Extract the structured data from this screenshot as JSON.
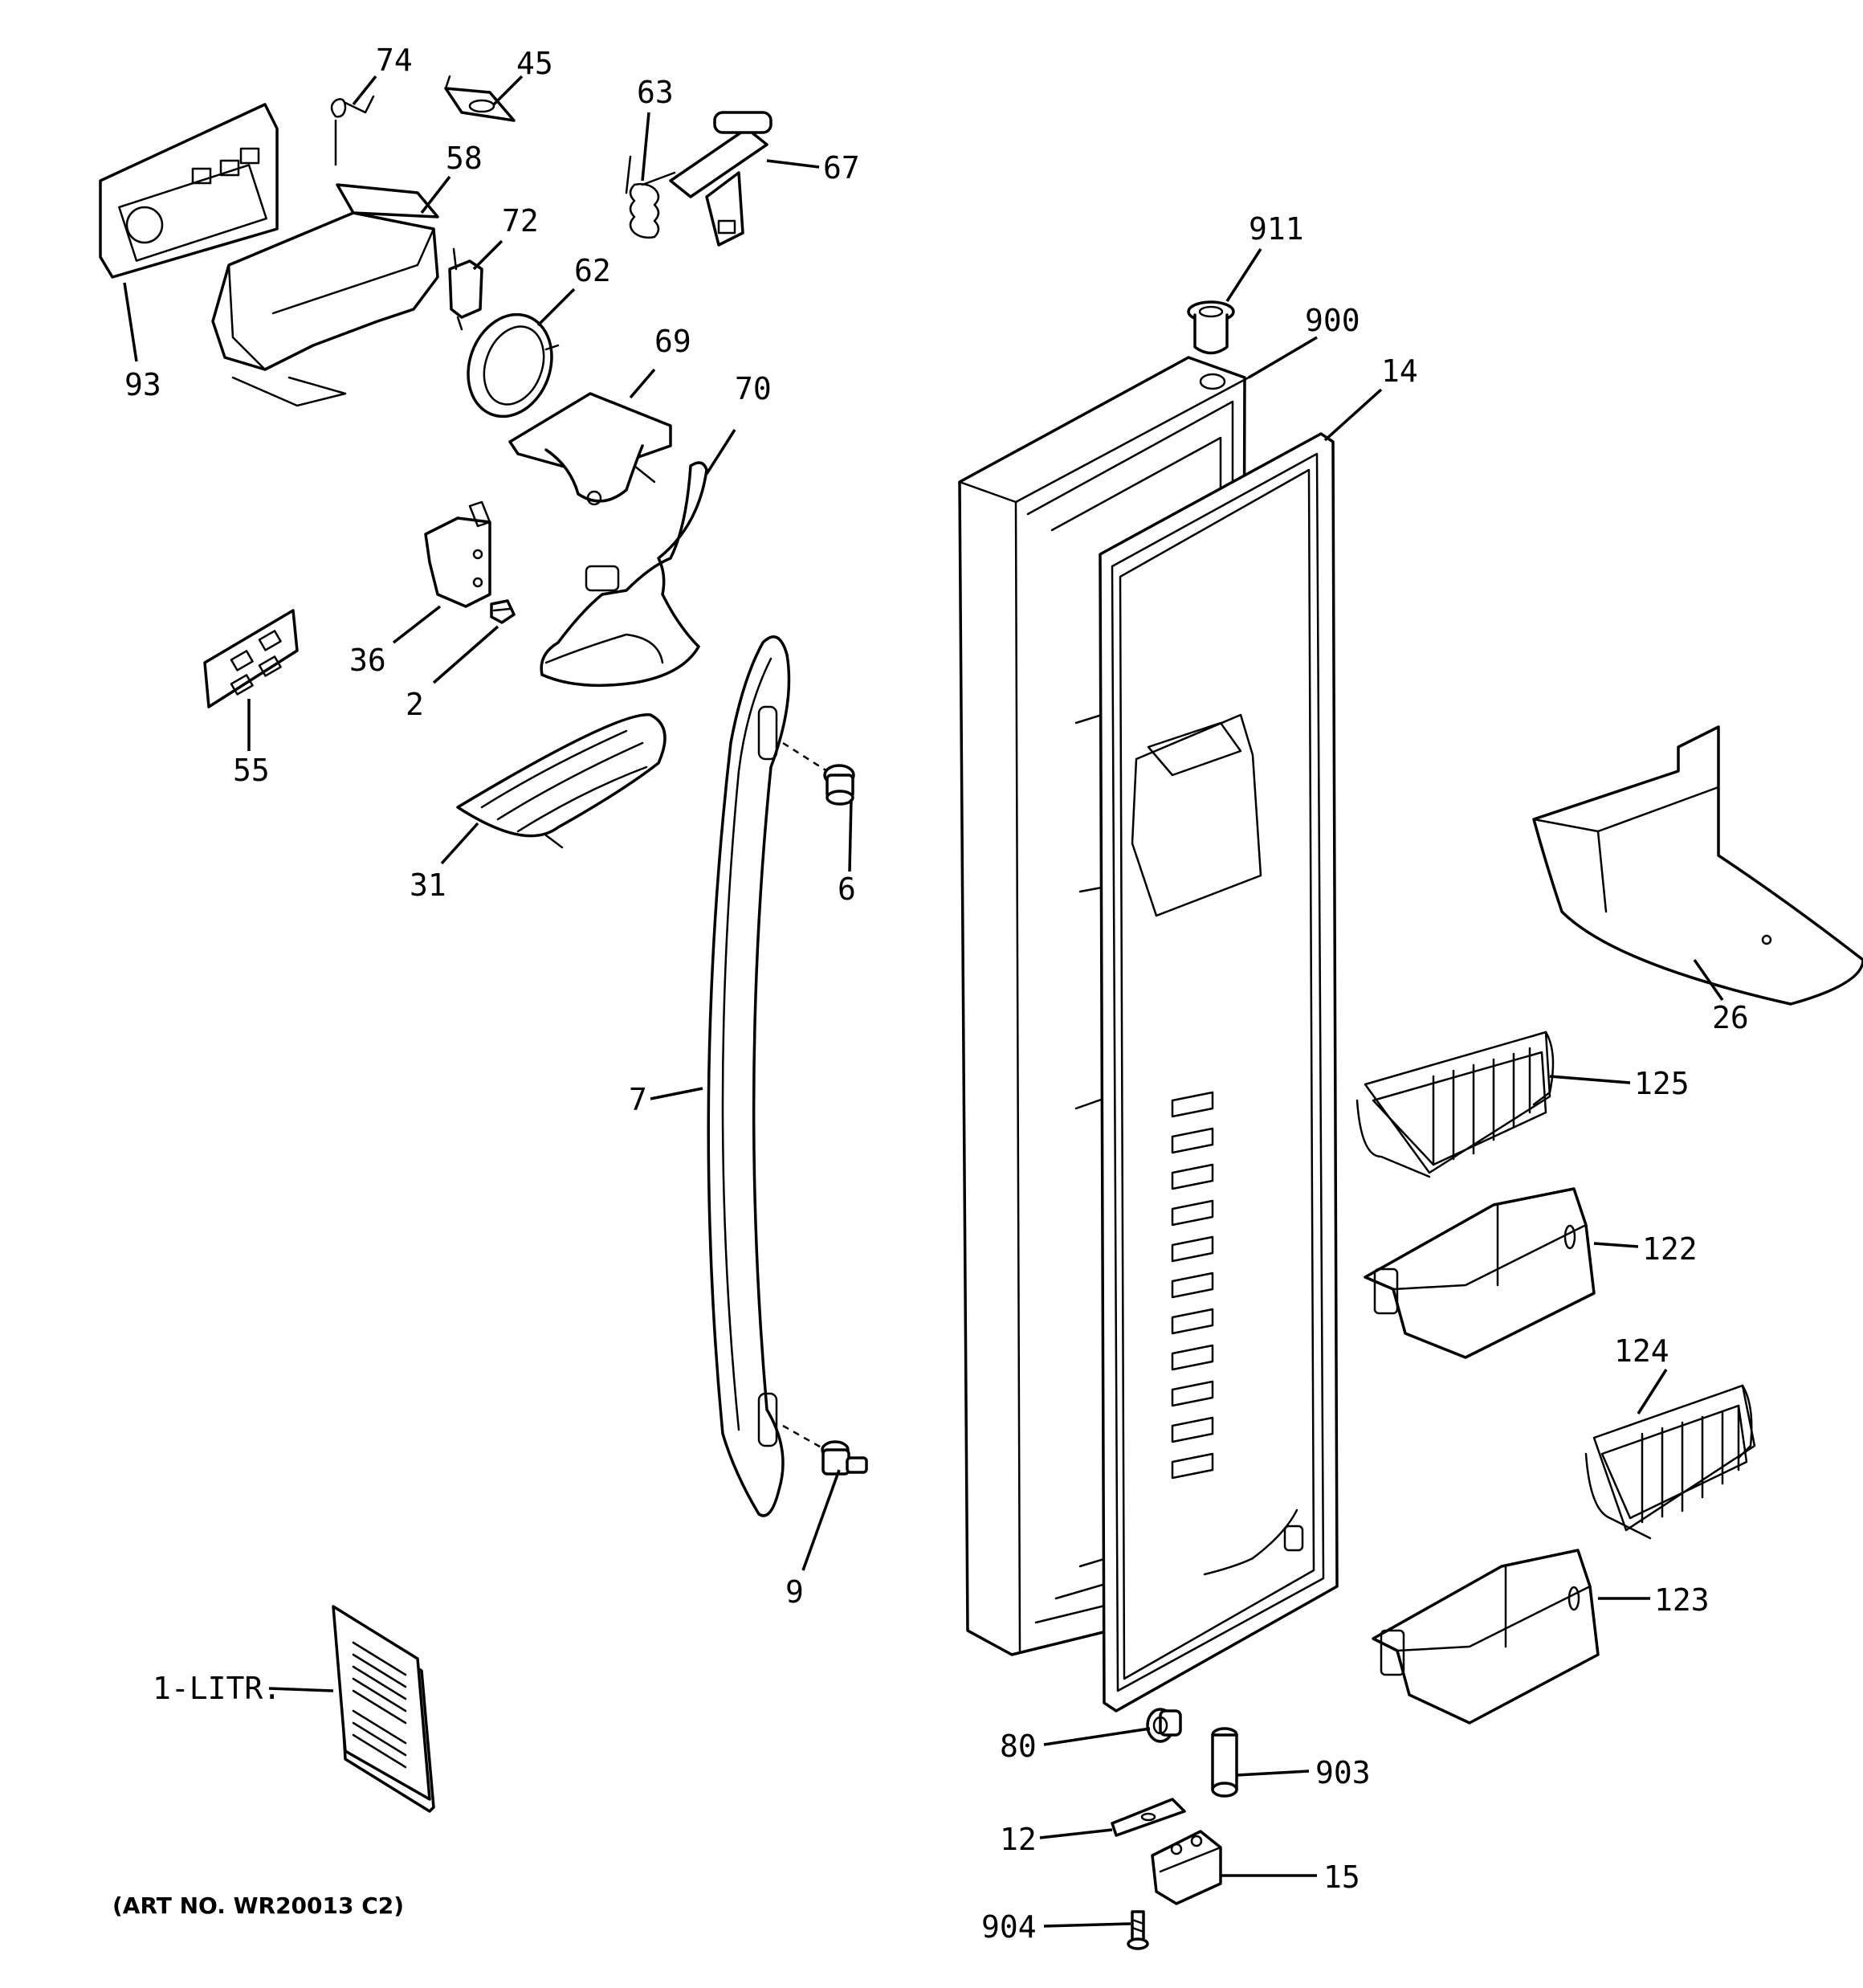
{
  "diagram": {
    "art_number": "(ART NO. WR20013 C2)",
    "callouts": {
      "c74": "74",
      "c45": "45",
      "c63": "63",
      "c67": "67",
      "c58": "58",
      "c72": "72",
      "c62": "62",
      "c93": "93",
      "c911": "911",
      "c900": "900",
      "c14": "14",
      "c69": "69",
      "c70": "70",
      "c36": "36",
      "c2": "2",
      "c55": "55",
      "c31": "31",
      "c6": "6",
      "c26": "26",
      "c7": "7",
      "c125": "125",
      "c122": "122",
      "c124": "124",
      "c9": "9",
      "c123": "123",
      "c1litr": "1-LITR.",
      "c80": "80",
      "c903": "903",
      "c12": "12",
      "c15": "15",
      "c904": "904"
    }
  }
}
